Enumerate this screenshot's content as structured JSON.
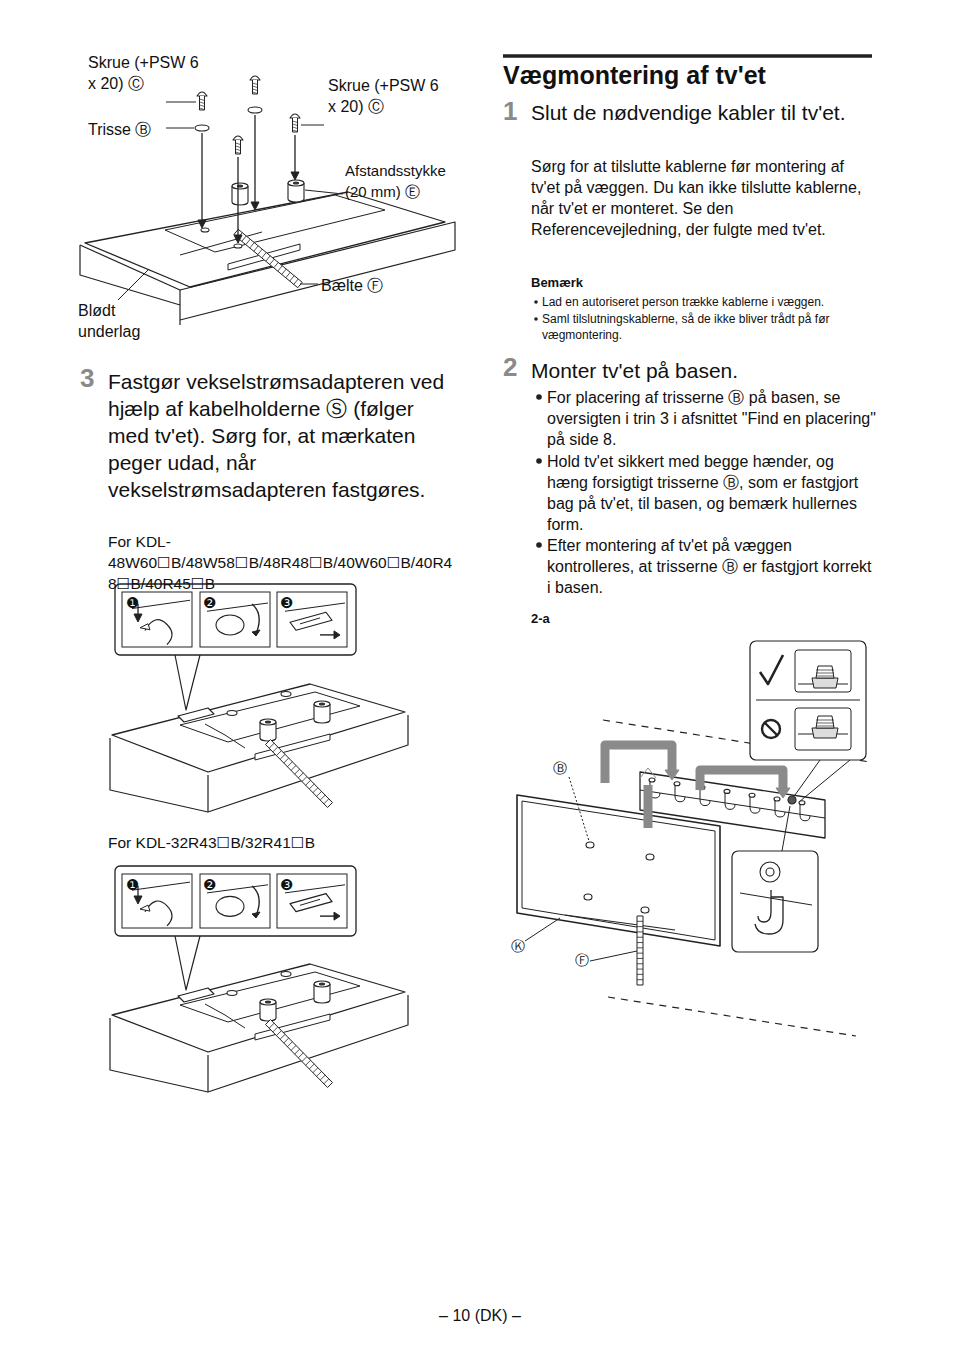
{
  "diagram": {
    "title": "Vægmontering af tv'et",
    "labels": [
      "Skrue (+PSW 6 x 20) Ⓒ",
      "Trisse Ⓑ",
      "Skrue (+PSW 6 x 20) Ⓒ",
      "Afstandsstykke (20 mm) Ⓔ",
      "Bælte Ⓕ",
      "Blødt underlag",
      "3",
      "Fastgør vekselstrømsadapteren ved hjælp af kabelholderne Ⓢ (følger med tv'et). Sørg for, at mærkaten peger udad, når vekselstrømsadapteren fastgøres.",
      "For KDL-48W60☐B/48W58☐B/48R48☐B/40W60☐B/40R48☐B/40R45☐B",
      "❶",
      "❷",
      "❸",
      "For KDL-32R43☐B/32R41☐B",
      "❶",
      "❷",
      "❸",
      "1",
      "Slut de nødvendige kabler til tv'et.",
      "Sørg for at tilslutte kablerne før montering af tv'et på væggen. Du kan ikke tilslutte kablerne, når tv'et er monteret. Se den Referencevejledning, der fulgte med tv'et.",
      "Bemærk",
      "Lad en autoriseret person trække kablerne i væggen.",
      "Saml tilslutningskablerne, så de ikke bliver trådt på før vægmontering.",
      "2",
      "Monter tv'et på basen.",
      "For placering af trisserne Ⓑ på basen, se oversigten i trin 3 i afsnittet \"Find en placering\" på side 8.",
      "Hold tv'et sikkert med begge hænder, og hæng forsigtigt trisserne Ⓑ, som er fastgjort bag på tv'et, til basen, og bemærk hullernes form.",
      "Efter montering af tv'et på væggen kontrolleres, at trisserne Ⓑ er fastgjort korrekt i basen.",
      "2-a",
      "Ⓑ",
      "Ⓚ",
      "Ⓕ",
      "– 10 (DK) –"
    ]
  }
}
